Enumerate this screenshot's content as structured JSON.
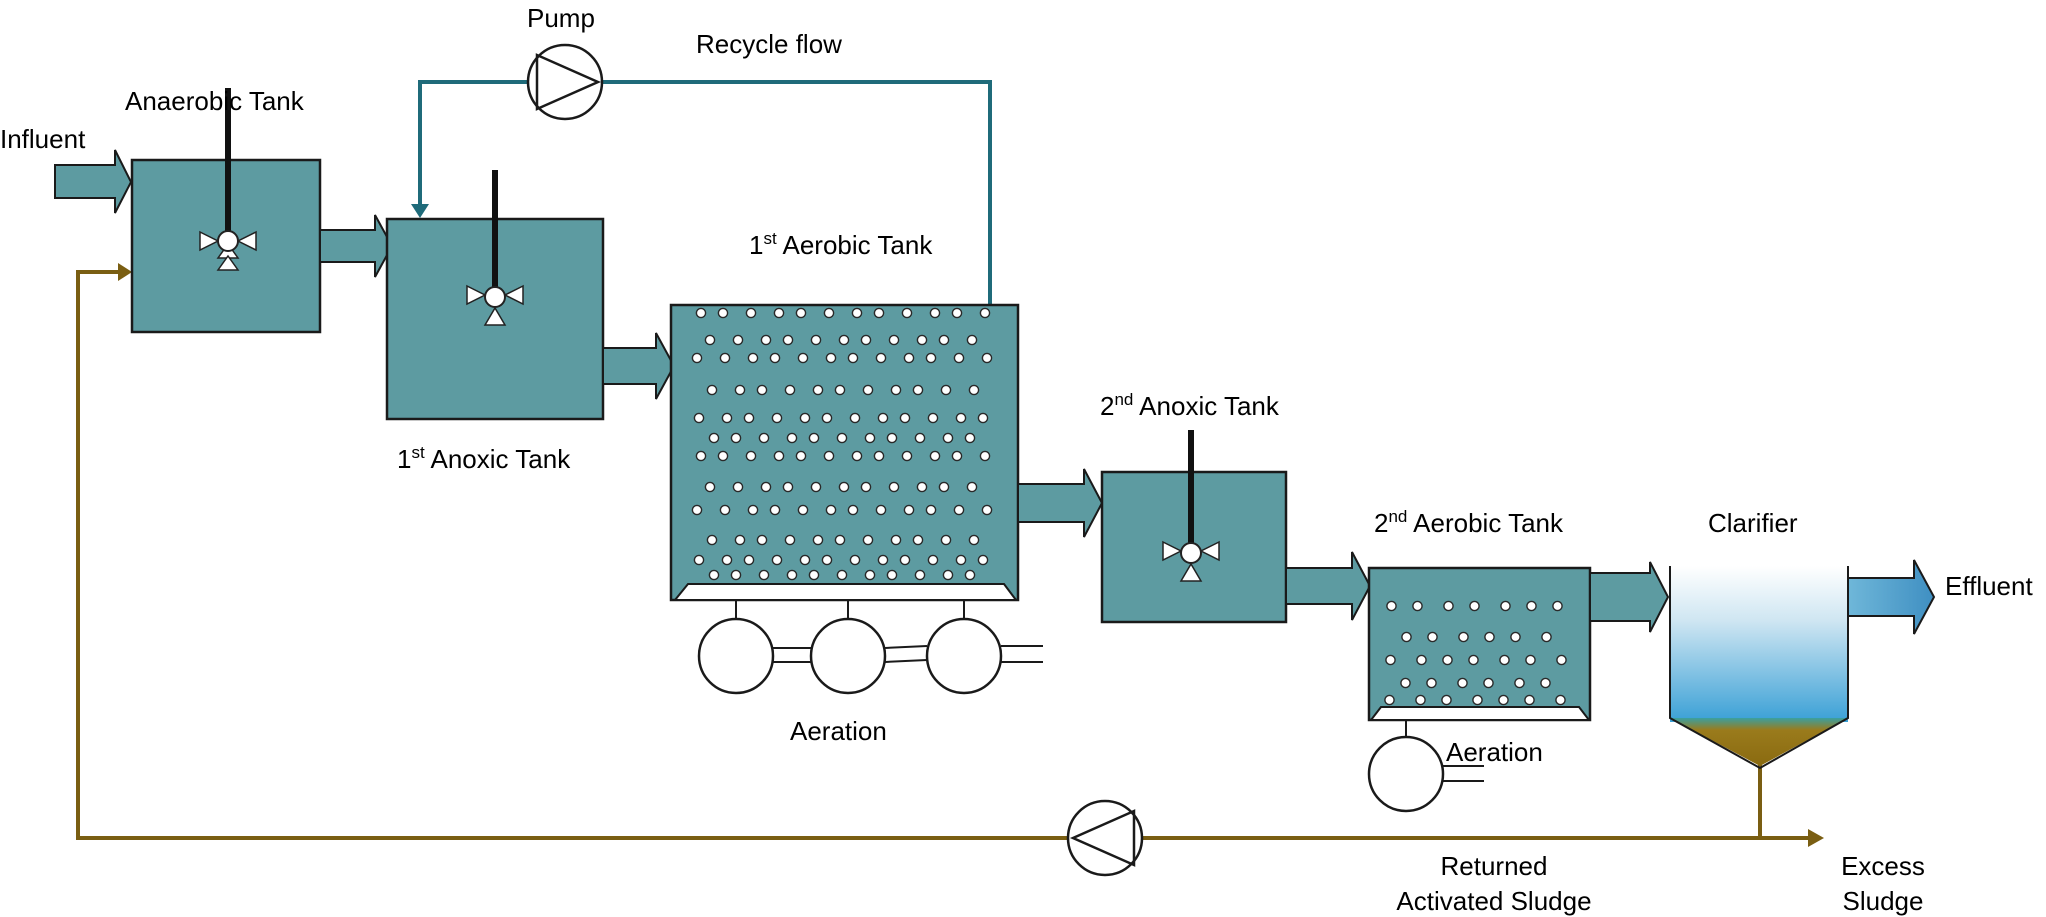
{
  "labels": {
    "influent": "Influent",
    "anaerobic_tank": "Anaerobic Tank",
    "pump": "Pump",
    "recycle_flow": "Recycle flow",
    "anoxic1_pre": "1",
    "anoxic1_sup": "st",
    "anoxic1_post": " Anoxic Tank",
    "aerobic1_pre": "1",
    "aerobic1_sup": "st",
    "aerobic1_post": " Aerobic Tank",
    "anoxic2_pre": "2",
    "anoxic2_sup": "nd",
    "anoxic2_post": " Anoxic Tank",
    "aerobic2_pre": "2",
    "aerobic2_sup": "nd",
    "aerobic2_post": " Aerobic Tank",
    "clarifier": "Clarifier",
    "effluent": "Effluent",
    "aeration_1": "Aeration",
    "aeration_2": "Aeration",
    "returned_line1": "Returned",
    "returned_line2": "Activated Sludge",
    "excess_line1": "Excess",
    "excess_line2": "Sludge"
  },
  "colors": {
    "tank_fill": "#5d9ba1",
    "recycle_line": "#1f6b7a",
    "sludge_line": "#7a5e12",
    "effluent_arrow": "#4f9bc6",
    "clarifier_top": "#ffffff",
    "clarifier_bottom": "#3aa0d6",
    "sludge_fill": "#9a7b1c"
  },
  "icons": [
    "mixer-icon",
    "pump-icon",
    "blower-icon",
    "flow-arrow-icon"
  ]
}
